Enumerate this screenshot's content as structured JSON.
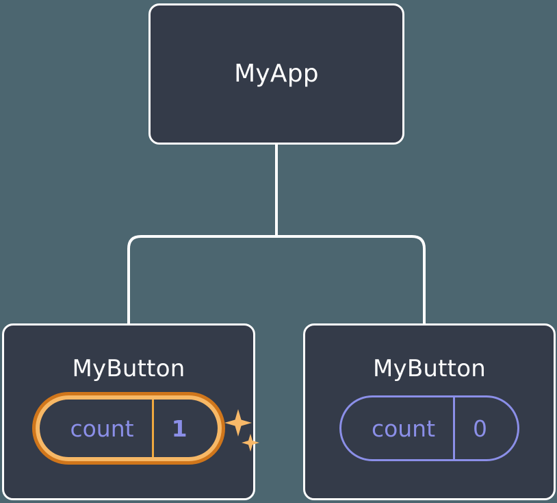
{
  "diagram": {
    "type": "component-tree",
    "background_color": "#4c6670",
    "node_fill_color": "#343b49",
    "node_border_color": "#ffffff",
    "connector_color": "#ffffff",
    "accent_colors": {
      "state_text": "#8b8fe8",
      "highlight_inner": "#f7b866",
      "highlight_outer": "#d0761b",
      "sparkle": "#f8b969"
    }
  },
  "root": {
    "title": "MyApp"
  },
  "children": [
    {
      "title": "MyButton",
      "state": {
        "key": "count",
        "value": "1"
      },
      "highlighted": true,
      "sparkle_icon": "sparkles-icon"
    },
    {
      "title": "MyButton",
      "state": {
        "key": "count",
        "value": "0"
      },
      "highlighted": false
    }
  ]
}
